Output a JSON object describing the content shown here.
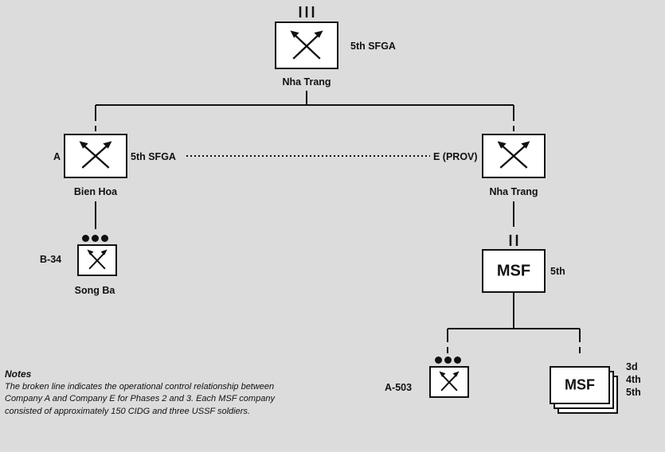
{
  "nodes": {
    "hq": {
      "unit": "5th SFGA",
      "location": "Nha Trang",
      "echelon": "III"
    },
    "company_a": {
      "designation": "A",
      "unit": "5th SFGA",
      "location": "Bien Hoa"
    },
    "company_e": {
      "designation": "E (PROV)",
      "location": "Nha Trang"
    },
    "b34": {
      "designation": "B-34",
      "location": "Song Ba"
    },
    "msf_main": {
      "text": "MSF",
      "designation": "5th",
      "echelon": "II"
    },
    "a503": {
      "designation": "A-503"
    },
    "msf_stack": {
      "text": "MSF",
      "designations": [
        "3d",
        "4th",
        "5th"
      ]
    }
  },
  "notes": {
    "title": "Notes",
    "body": "The broken line indicates the operational control relationship between Company A and Company E for Phases 2 and 3. Each MSF company consisted of approximately 150 CIDG and three USSF soldiers."
  },
  "icons": {
    "special_forces_symbol": "crossed-arrows-icon",
    "team_echelon": "three-dots-icon"
  }
}
